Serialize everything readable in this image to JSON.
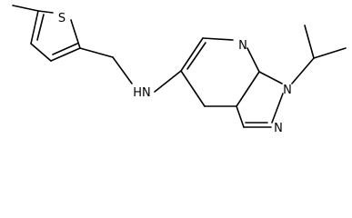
{
  "structure": {
    "atoms": {
      "s": "S",
      "nh": "HN",
      "n_pyridine": "N",
      "n1": "N",
      "n2": "N"
    }
  }
}
